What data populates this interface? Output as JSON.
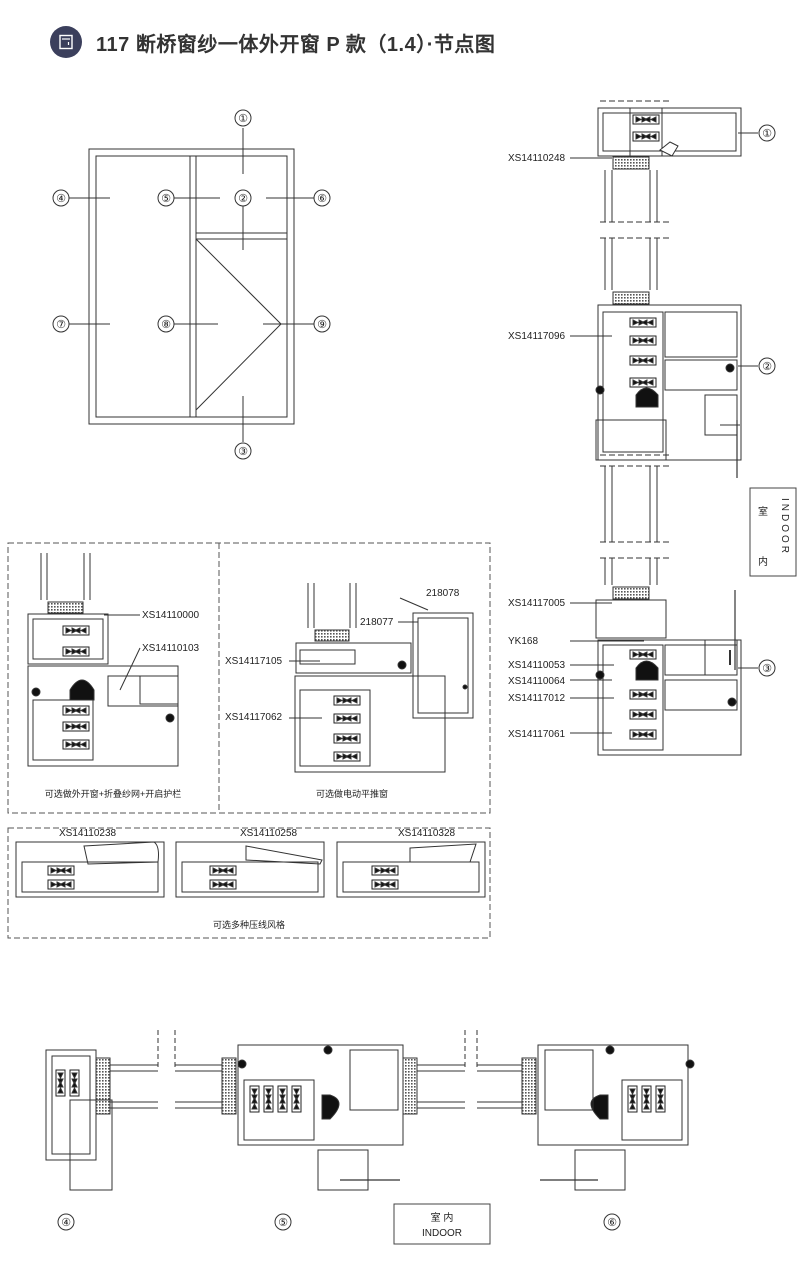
{
  "header": {
    "title": "117 断桥窗纱一体外开窗 P 款（1.4）·节点图"
  },
  "elevation": {
    "markers": [
      "①",
      "②",
      "③",
      "④",
      "⑤",
      "⑥",
      "⑦",
      "⑧",
      "⑨"
    ]
  },
  "right_section": {
    "labels": [
      "XS14110248",
      "XS14117096",
      "XS14117005",
      "YK168",
      "XS14110053",
      "XS14110064",
      "XS14117012",
      "XS14117061"
    ],
    "markers": [
      "①",
      "②",
      "③"
    ],
    "indoor_cn_top": "室",
    "indoor_cn_bottom": "内",
    "indoor_en": "INDOOR"
  },
  "option_a": {
    "labels": [
      "XS14110000",
      "XS14110103"
    ],
    "caption": "可选做外开窗+折叠纱网+开启护栏"
  },
  "option_b": {
    "labels": [
      "218078",
      "218077",
      "XS14117105",
      "XS14117062"
    ],
    "caption": "可选做电动平推窗"
  },
  "beads": {
    "labels": [
      "XS14110238",
      "XS14110258",
      "XS14110328"
    ],
    "caption": "可选多种压线风格"
  },
  "bottom_section": {
    "markers": [
      "④",
      "⑤",
      "⑥"
    ],
    "indoor_cn": "室 内",
    "indoor_en": "INDOOR"
  }
}
